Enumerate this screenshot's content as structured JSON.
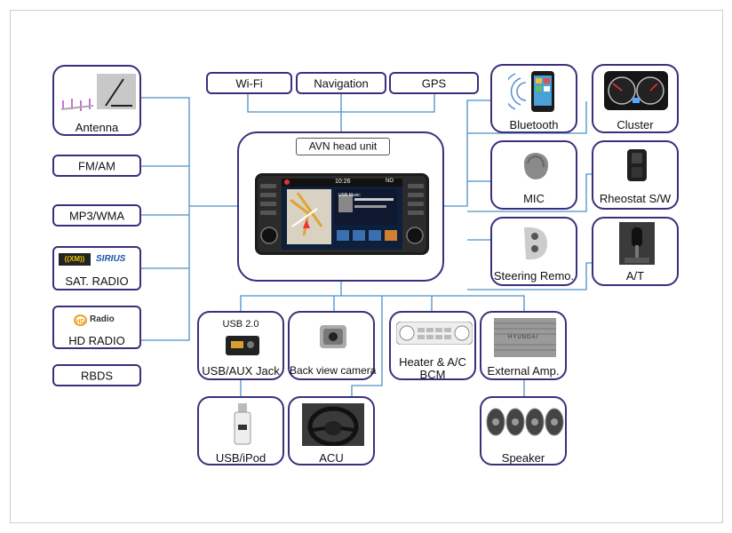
{
  "top": {
    "wifi": "Wi-Fi",
    "navigation": "Navigation",
    "gps": "GPS"
  },
  "center": {
    "title": "AVN head unit",
    "screen": {
      "clock": "10:26",
      "media_title": "USB Music",
      "soft_label": "NO"
    }
  },
  "left": {
    "antenna": "Antenna",
    "fmam": "FM/AM",
    "mp3": "MP3/WMA",
    "sat": "SAT. RADIO",
    "sat_logo_xm": "((XM))",
    "sat_logo_sirius": "SIRIUS",
    "hd": "HD RADIO",
    "hd_logo": "Radio",
    "hd_logo_mark": "HD",
    "rbds": "RBDS"
  },
  "right": {
    "bluetooth": "Bluetooth",
    "cluster": "Cluster",
    "mic": "MIC",
    "rheostat": "Rheostat S/W",
    "steering": "Steering Remo.",
    "at": "A/T"
  },
  "bottom": {
    "usb_version": "USB 2.0",
    "usbaux": "USB/AUX Jack",
    "camera": "Back view camera",
    "heater_line1": "Heater & A/C",
    "heater_line2": "BCM",
    "amp": "External Amp.",
    "amp_brand": "HYUNDAI",
    "usbipod": "USB/iPod",
    "acu": "ACU",
    "speaker": "Speaker"
  },
  "colors": {
    "border": "#3b2f7d",
    "wire": "#4a90c8",
    "frame": "#cfcfcf"
  }
}
